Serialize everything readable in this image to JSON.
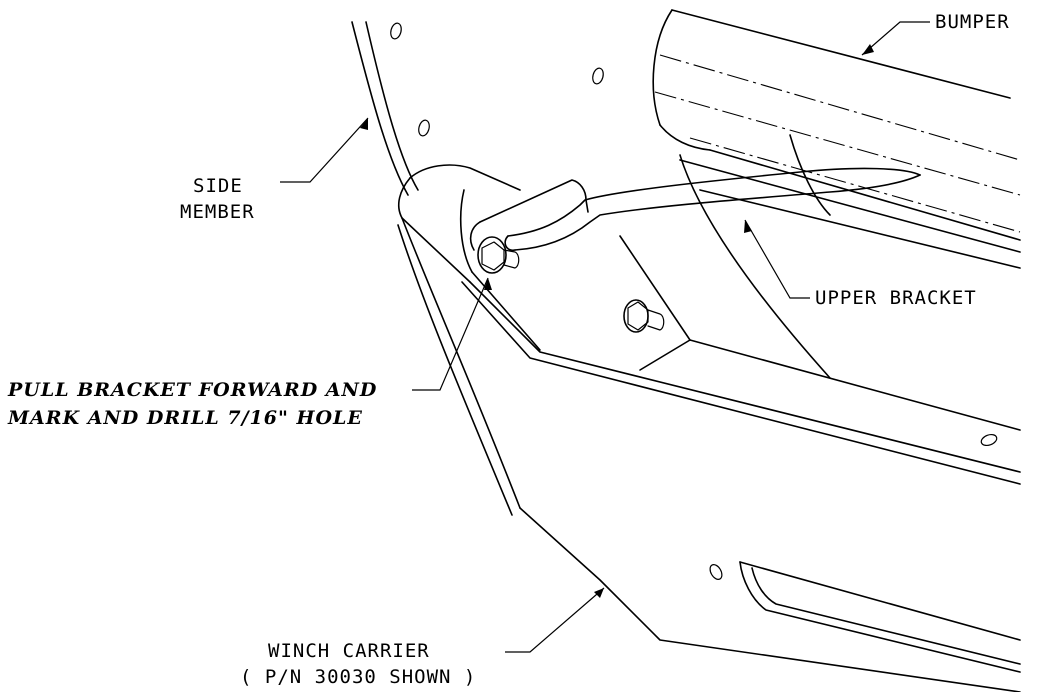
{
  "labels": {
    "bumper": "BUMPER",
    "side_member_line1": "SIDE",
    "side_member_line2": "MEMBER",
    "upper_bracket": "UPPER BRACKET",
    "note_line1": "PULL BRACKET FORWARD AND",
    "note_line2": "MARK AND DRILL 7/16\" HOLE",
    "winch_carrier_line1": "WINCH CARRIER",
    "winch_carrier_line2": "( P/N 30030 SHOWN )"
  }
}
